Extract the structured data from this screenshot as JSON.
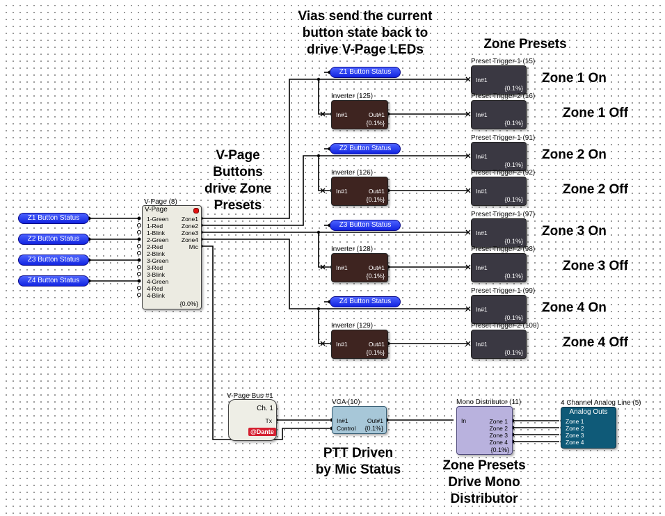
{
  "comments": {
    "vias_line1": "Vias send the current",
    "vias_line2": "button state back to",
    "vias_line3": "drive V-Page LEDs",
    "zone_presets": "Zone Presets",
    "vpage_line1": "V-Page",
    "vpage_line2": "Buttons",
    "vpage_line3": "drive Zone",
    "vpage_line4": "Presets",
    "ptt_line1": "PTT Driven",
    "ptt_line2": "by Mic Status",
    "distrib_line1": "Zone Presets",
    "distrib_line2": "Drive Mono",
    "distrib_line3": "Distributor"
  },
  "zone_labels": [
    "Zone 1 On",
    "Zone 1 Off",
    "Zone 2 On",
    "Zone 2 Off",
    "Zone 3 On",
    "Zone 3 Off",
    "Zone 4 On",
    "Zone 4 Off"
  ],
  "left_vias": [
    "Z1 Button Status",
    "Z2 Button Status",
    "Z3 Button Status",
    "Z4 Button Status"
  ],
  "right_vias": [
    "Z1 Button Status",
    "Z2 Button Status",
    "Z3 Button Status",
    "Z4 Button Status"
  ],
  "presets": [
    {
      "title": "Preset Trigger-1 (15)",
      "input": "In#1",
      "pct": "{0.1%}"
    },
    {
      "title": "Preset Trigger-2 (16)",
      "input": "In#1",
      "pct": "{0.1%}"
    },
    {
      "title": "Preset Trigger-1 (91)",
      "input": "In#1",
      "pct": "{0.1%}"
    },
    {
      "title": "Preset Trigger-2 (92)",
      "input": "In#1",
      "pct": "{0.1%}"
    },
    {
      "title": "Preset Trigger-1 (97)",
      "input": "In#1",
      "pct": "{0.1%}"
    },
    {
      "title": "Preset Trigger-2 (98)",
      "input": "In#1",
      "pct": "{0.1%}"
    },
    {
      "title": "Preset Trigger-1 (99)",
      "input": "In#1",
      "pct": "{0.1%}"
    },
    {
      "title": "Preset Trigger-2 (100)",
      "input": "In#1",
      "pct": "{0.1%}"
    }
  ],
  "inverters": [
    {
      "title": "Inverter (125)",
      "input": "In#1",
      "output": "Out#1",
      "pct": "{0.1%}"
    },
    {
      "title": "Inverter (126)",
      "input": "In#1",
      "output": "Out#1",
      "pct": "{0.1%}"
    },
    {
      "title": "Inverter (128)",
      "input": "In#1",
      "output": "Out#1",
      "pct": "{0.1%}"
    },
    {
      "title": "Inverter (129)",
      "input": "In#1",
      "output": "Out#1",
      "pct": "{0.1%}"
    }
  ],
  "vpage": {
    "title": "V-Page (8)",
    "name": "V-Page",
    "inputs": [
      "1-Green",
      "1-Red",
      "1-Blink",
      "2-Green",
      "2-Red",
      "2-Blink",
      "3-Green",
      "3-Red",
      "3-Blink",
      "4-Green",
      "4-Red",
      "4-Blink"
    ],
    "outputs": [
      "Zone1",
      "Zone2",
      "Zone3",
      "Zone4",
      "Mic"
    ],
    "pct": "{0.0%}"
  },
  "vpage_bus": {
    "title": "V-Page Bus #1",
    "channel": "Ch. 1",
    "tx": "Tx",
    "logo": "Dante"
  },
  "vca": {
    "title": "VCA (10)",
    "in1": "In#1",
    "control": "Control",
    "out": "Out#1",
    "pct": "{0.1%}"
  },
  "distributor": {
    "title": "Mono Distributor (11)",
    "input": "In",
    "outputs": [
      "Zone 1",
      "Zone 2",
      "Zone 3",
      "Zone 4"
    ],
    "pct": "{0.1%}"
  },
  "analog": {
    "title": "4 Channel Analog Line (5)",
    "name": "Analog Outs",
    "inputs": [
      "Zone 1",
      "Zone 2",
      "Zone 3",
      "Zone 4"
    ]
  }
}
